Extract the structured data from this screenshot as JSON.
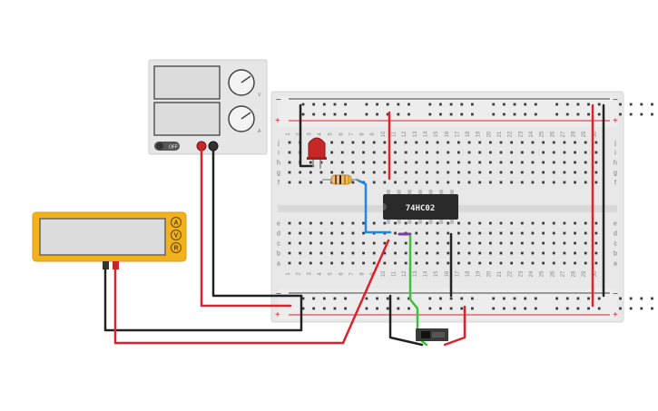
{
  "chip": {
    "label": "74HC02"
  },
  "power_supply": {
    "off_label": "OFF",
    "knob_top_label": "V",
    "knob_bottom_label": "A"
  },
  "multimeter": {
    "buttons": [
      "A",
      "V",
      "R"
    ]
  },
  "breadboard": {
    "rail_minus": "−",
    "rail_plus": "+",
    "row_letters_top": [
      "j",
      "i",
      "h",
      "g",
      "f"
    ],
    "row_letters_bottom": [
      "e",
      "d",
      "c",
      "b",
      "a"
    ],
    "column_count": 30,
    "column_numbers_shown": [
      "1",
      "2",
      "3",
      "4",
      "5",
      "6",
      "7",
      "8",
      "9",
      "10",
      "11",
      "12",
      "13",
      "14",
      "15",
      "16",
      "17",
      "18",
      "19",
      "20",
      "21",
      "22",
      "23",
      "24",
      "25",
      "26",
      "27",
      "28",
      "29",
      "30"
    ]
  },
  "colors": {
    "wire_red": "#e0202a",
    "wire_black": "#222222",
    "wire_blue": "#1e88e5",
    "wire_green": "#3fbf3f",
    "wire_purple": "#7b3fa8",
    "multimeter_body": "#f2b21d",
    "board": "#e9e9e9",
    "rail_red_line": "#e0202a",
    "chip": "#2a2a2a"
  }
}
